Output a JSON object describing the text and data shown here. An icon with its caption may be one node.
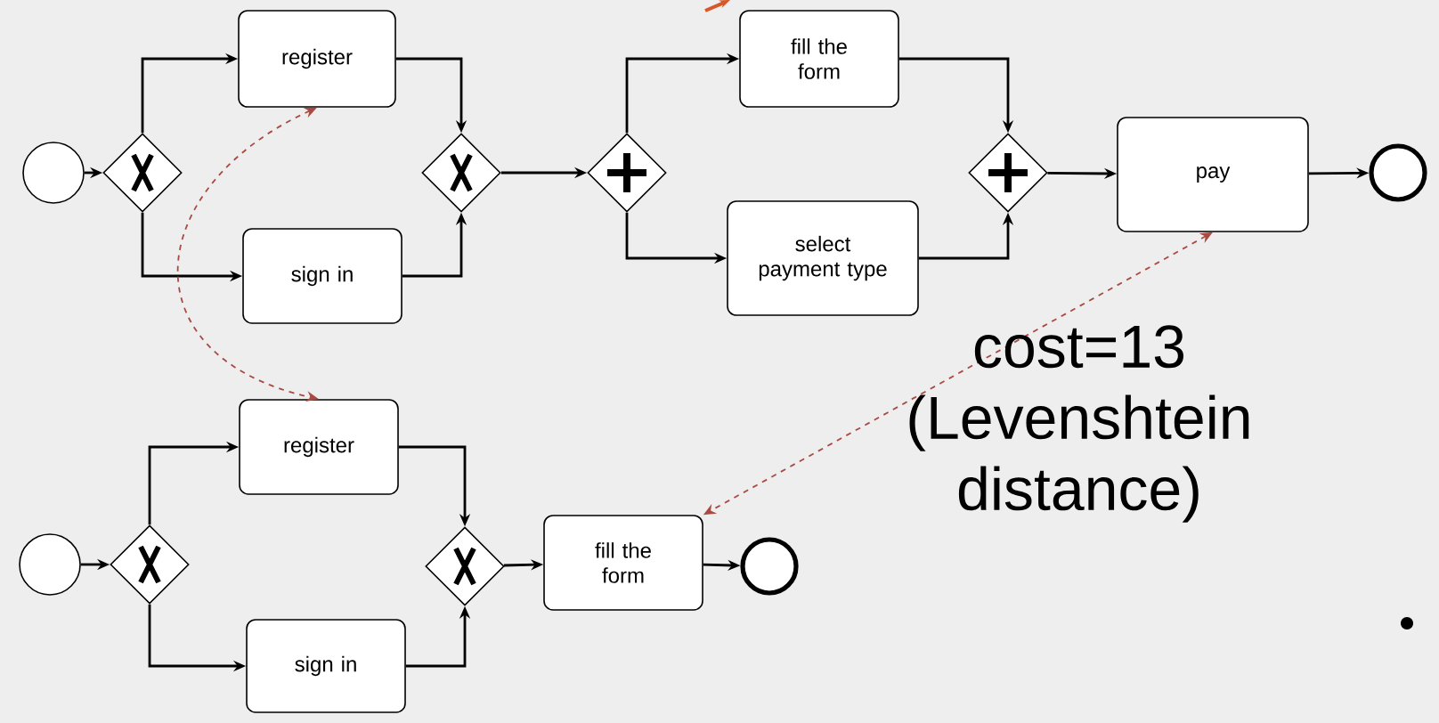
{
  "diagram": {
    "nodes": [
      {
        "text": [],
        "shape": "circle"
      },
      {
        "text": [],
        "shape": "diamond"
      },
      {
        "text": [
          "register"
        ]
      },
      {
        "text": [
          "sign in"
        ]
      },
      {
        "text": [],
        "shape": "diamond"
      },
      {
        "text": [],
        "shape": "diamond"
      },
      {
        "text": [
          "fill the form"
        ]
      },
      {
        "text": [
          "select payment type"
        ]
      },
      {
        "text": [],
        "shape": "diamond"
      },
      {
        "text": [
          "pay"
        ]
      },
      {
        "text": [],
        "shape": "circle"
      },
      {
        "text": [],
        "shape": "circle"
      },
      {
        "text": [],
        "shape": "diamond"
      },
      {
        "text": [
          "register"
        ]
      },
      {
        "text": [
          "sign in"
        ]
      },
      {
        "text": [],
        "shape": "diamond"
      },
      {
        "text": [
          "fill the form"
        ]
      },
      {
        "text": [],
        "shape": "circle"
      }
    ],
    "edges": [
      {
        "from": 0,
        "to": 1,
        "arrow": "to"
      },
      {
        "from": 1,
        "to": 2,
        "arrow": "to"
      },
      {
        "from": 1,
        "to": 3,
        "arrow": "to"
      },
      {
        "from": 2,
        "to": 4,
        "arrow": "to"
      },
      {
        "from": 3,
        "to": 4,
        "arrow": "to"
      },
      {
        "from": 4,
        "to": 5,
        "arrow": "to"
      },
      {
        "from": 5,
        "to": 6,
        "arrow": "to"
      },
      {
        "from": 5,
        "to": 7,
        "arrow": "to"
      },
      {
        "from": 6,
        "to": 8,
        "arrow": "to"
      },
      {
        "from": 7,
        "to": 8,
        "arrow": "to"
      },
      {
        "from": 8,
        "to": 9,
        "arrow": "to"
      },
      {
        "from": 9,
        "to": 10,
        "arrow": "to"
      },
      {
        "from": 11,
        "to": 12,
        "arrow": "to"
      },
      {
        "from": 12,
        "to": 13,
        "arrow": "to"
      },
      {
        "from": 12,
        "to": 14,
        "arrow": "to"
      },
      {
        "from": 13,
        "to": 15,
        "arrow": "to"
      },
      {
        "from": 14,
        "to": 15,
        "arrow": "to"
      },
      {
        "from": 15,
        "to": 16,
        "arrow": "to"
      },
      {
        "from": 16,
        "to": 17,
        "arrow": "to"
      },
      {
        "from": 2,
        "to": 13,
        "arrow": "both",
        "style": "dashed",
        "color": "#a94a42"
      },
      {
        "from": 9,
        "to": 16,
        "arrow": "both",
        "style": "dashed",
        "color": "#a94a42"
      }
    ],
    "labels": [
      "cost=13 (Levenshtein distance)"
    ]
  }
}
